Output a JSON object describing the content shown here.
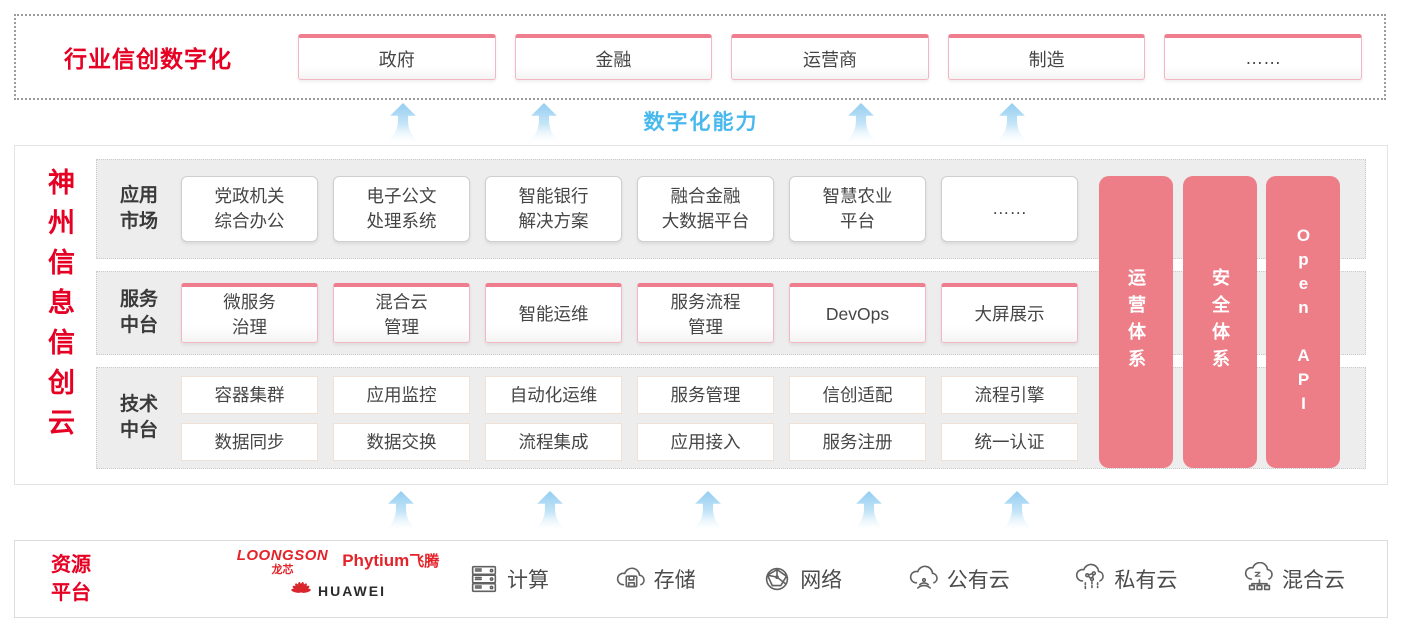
{
  "colors": {
    "accent_red": "#e60023",
    "pillar_pink": "#ed7d87",
    "capability_blue": "#49b9ed",
    "arrow_blue": "#9ed3f2"
  },
  "industry": {
    "title": "行业信创数字化",
    "items": [
      "政府",
      "金融",
      "运营商",
      "制造",
      "……"
    ]
  },
  "capability": {
    "label": "数字化能力"
  },
  "platform": {
    "title": "神州信息信创云",
    "rows": {
      "app_market": {
        "label": "应用\n市场",
        "items": [
          "党政机关\n综合办公",
          "电子公文\n处理系统",
          "智能银行\n解决方案",
          "融合金融\n大数据平台",
          "智慧农业\n平台",
          "……"
        ]
      },
      "service": {
        "label": "服务\n中台",
        "items": [
          "微服务\n治理",
          "混合云\n管理",
          "智能运维",
          "服务流程\n管理",
          "DevOps",
          "大屏展示"
        ]
      },
      "tech": {
        "label": "技术\n中台",
        "items": [
          "容器集群",
          "应用监控",
          "自动化运维",
          "服务管理",
          "信创适配",
          "流程引擎",
          "数据同步",
          "数据交换",
          "流程集成",
          "应用接入",
          "服务注册",
          "统一认证"
        ]
      }
    },
    "pillars": [
      "运营体系",
      "安全体系",
      "Open API"
    ]
  },
  "resources": {
    "title": "资源\n平台",
    "vendors": {
      "loongson": {
        "name": "LOONGSON",
        "sub": "龙芯"
      },
      "phytium": {
        "name": "Phytium",
        "sub": "飞腾"
      },
      "huawei": {
        "name": "HUAWEI"
      }
    },
    "items": [
      "计算",
      "存储",
      "网络",
      "公有云",
      "私有云",
      "混合云"
    ]
  }
}
